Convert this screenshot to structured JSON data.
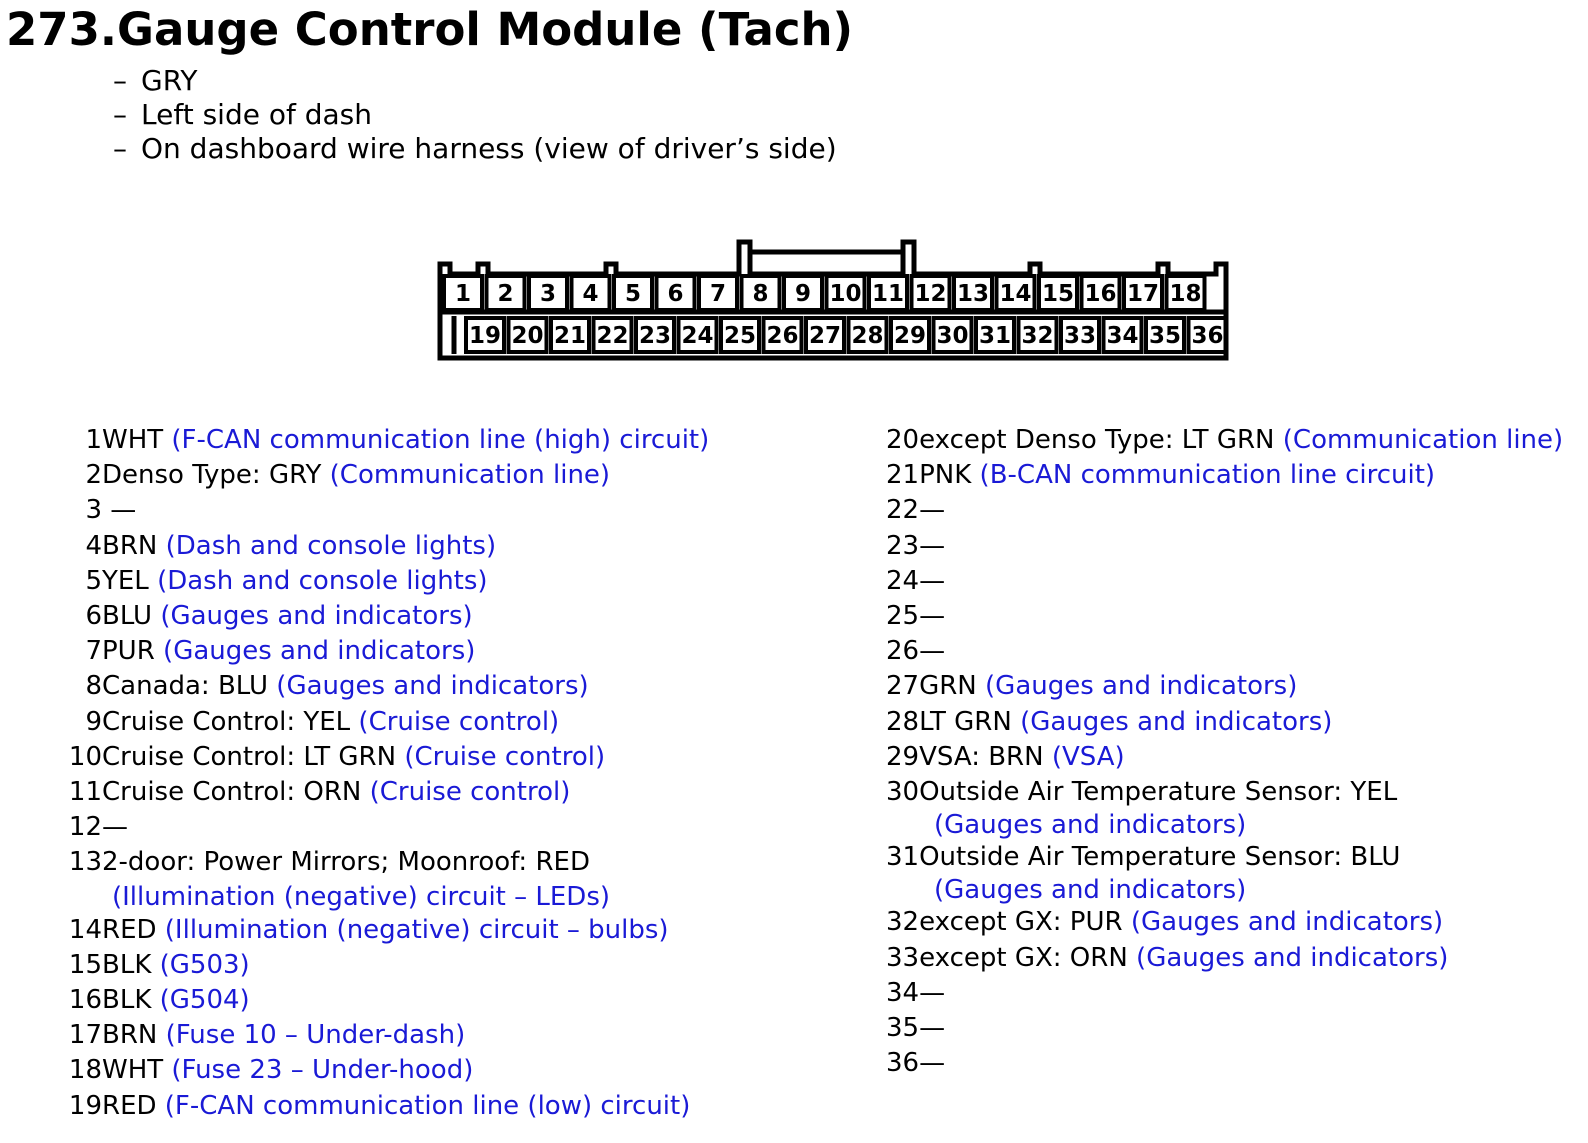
{
  "title": "273.Gauge Control Module (Tach)",
  "info_lines": [
    "GRY",
    "Left side of dash",
    "On dashboard wire harness (view of driver’s side)"
  ],
  "info_dash": "–",
  "connector": {
    "top_row": [
      "1",
      "2",
      "3",
      "4",
      "5",
      "6",
      "7",
      "8",
      "9",
      "10",
      "11",
      "12",
      "13",
      "14",
      "15",
      "16",
      "17",
      "18"
    ],
    "bottom_row": [
      "19",
      "20",
      "21",
      "22",
      "23",
      "24",
      "25",
      "26",
      "27",
      "28",
      "29",
      "30",
      "31",
      "32",
      "33",
      "34",
      "35",
      "36"
    ]
  },
  "pins_left": [
    {
      "pin": "1",
      "wire": "WHT",
      "desc": "(F-CAN communication line (high) circuit)"
    },
    {
      "pin": "2",
      "wire": "Denso Type: GRY",
      "desc": "(Communication line)"
    },
    {
      "pin": "3",
      "wire": " —",
      "desc": ""
    },
    {
      "pin": "4",
      "wire": "BRN",
      "desc": "(Dash and console lights)"
    },
    {
      "pin": "5",
      "wire": "YEL",
      "desc": "(Dash and console lights)"
    },
    {
      "pin": "6",
      "wire": "BLU",
      "desc": "(Gauges and indicators)"
    },
    {
      "pin": "7",
      "wire": "PUR",
      "desc": "(Gauges and indicators)"
    },
    {
      "pin": "8",
      "wire": "Canada: BLU",
      "desc": "(Gauges and indicators)"
    },
    {
      "pin": "9",
      "wire": "Cruise Control: YEL",
      "desc": "(Cruise control)"
    },
    {
      "pin": "10",
      "wire": "Cruise Control: LT GRN",
      "desc": "(Cruise control)"
    },
    {
      "pin": "11",
      "wire": "Cruise Control: ORN",
      "desc": "(Cruise control)"
    },
    {
      "pin": "12",
      "wire": "—",
      "desc": ""
    },
    {
      "pin": "13",
      "wire": "2-door: Power Mirrors; Moonroof: RED",
      "desc": "(Illumination (negative) circuit – LEDs)",
      "wrap": true
    },
    {
      "pin": "14",
      "wire": "RED",
      "desc": "(Illumination (negative) circuit – bulbs)"
    },
    {
      "pin": "15",
      "wire": "BLK",
      "desc": "(G503)"
    },
    {
      "pin": "16",
      "wire": "BLK",
      "desc": "(G504)"
    },
    {
      "pin": "17",
      "wire": "BRN",
      "desc": "(Fuse 10 – Under-dash)"
    },
    {
      "pin": "18",
      "wire": "WHT",
      "desc": "(Fuse 23 – Under-hood)"
    },
    {
      "pin": "19",
      "wire": "RED",
      "desc": "(F-CAN communication line (low) circuit)"
    }
  ],
  "pins_right": [
    {
      "pin": "20",
      "wire": "except Denso Type: LT GRN",
      "desc": "(Communication line)"
    },
    {
      "pin": "21",
      "wire": "PNK",
      "desc": "(B-CAN communication line circuit)"
    },
    {
      "pin": "22",
      "wire": "—",
      "desc": ""
    },
    {
      "pin": "23",
      "wire": "—",
      "desc": ""
    },
    {
      "pin": "24",
      "wire": "—",
      "desc": ""
    },
    {
      "pin": "25",
      "wire": "—",
      "desc": ""
    },
    {
      "pin": "26",
      "wire": "—",
      "desc": ""
    },
    {
      "pin": "27",
      "wire": "GRN",
      "desc": "(Gauges and indicators)"
    },
    {
      "pin": "28",
      "wire": "LT GRN",
      "desc": "(Gauges and indicators)"
    },
    {
      "pin": "29",
      "wire": "VSA: BRN",
      "desc": "(VSA)"
    },
    {
      "pin": "30",
      "wire": "Outside Air Temperature Sensor: YEL",
      "desc": "(Gauges and indicators)",
      "wrap": true
    },
    {
      "pin": "31",
      "wire": "Outside Air Temperature Sensor: BLU",
      "desc": "(Gauges and indicators)",
      "wrap": true
    },
    {
      "pin": "32",
      "wire": "except GX: PUR",
      "desc": "(Gauges and indicators)"
    },
    {
      "pin": "33",
      "wire": "except GX: ORN",
      "desc": "(Gauges and indicators)"
    },
    {
      "pin": "34",
      "wire": "—",
      "desc": ""
    },
    {
      "pin": "35",
      "wire": "—",
      "desc": ""
    },
    {
      "pin": "36",
      "wire": "—",
      "desc": ""
    }
  ],
  "colors": {
    "description": "#1a1ad6",
    "text": "#000000"
  }
}
